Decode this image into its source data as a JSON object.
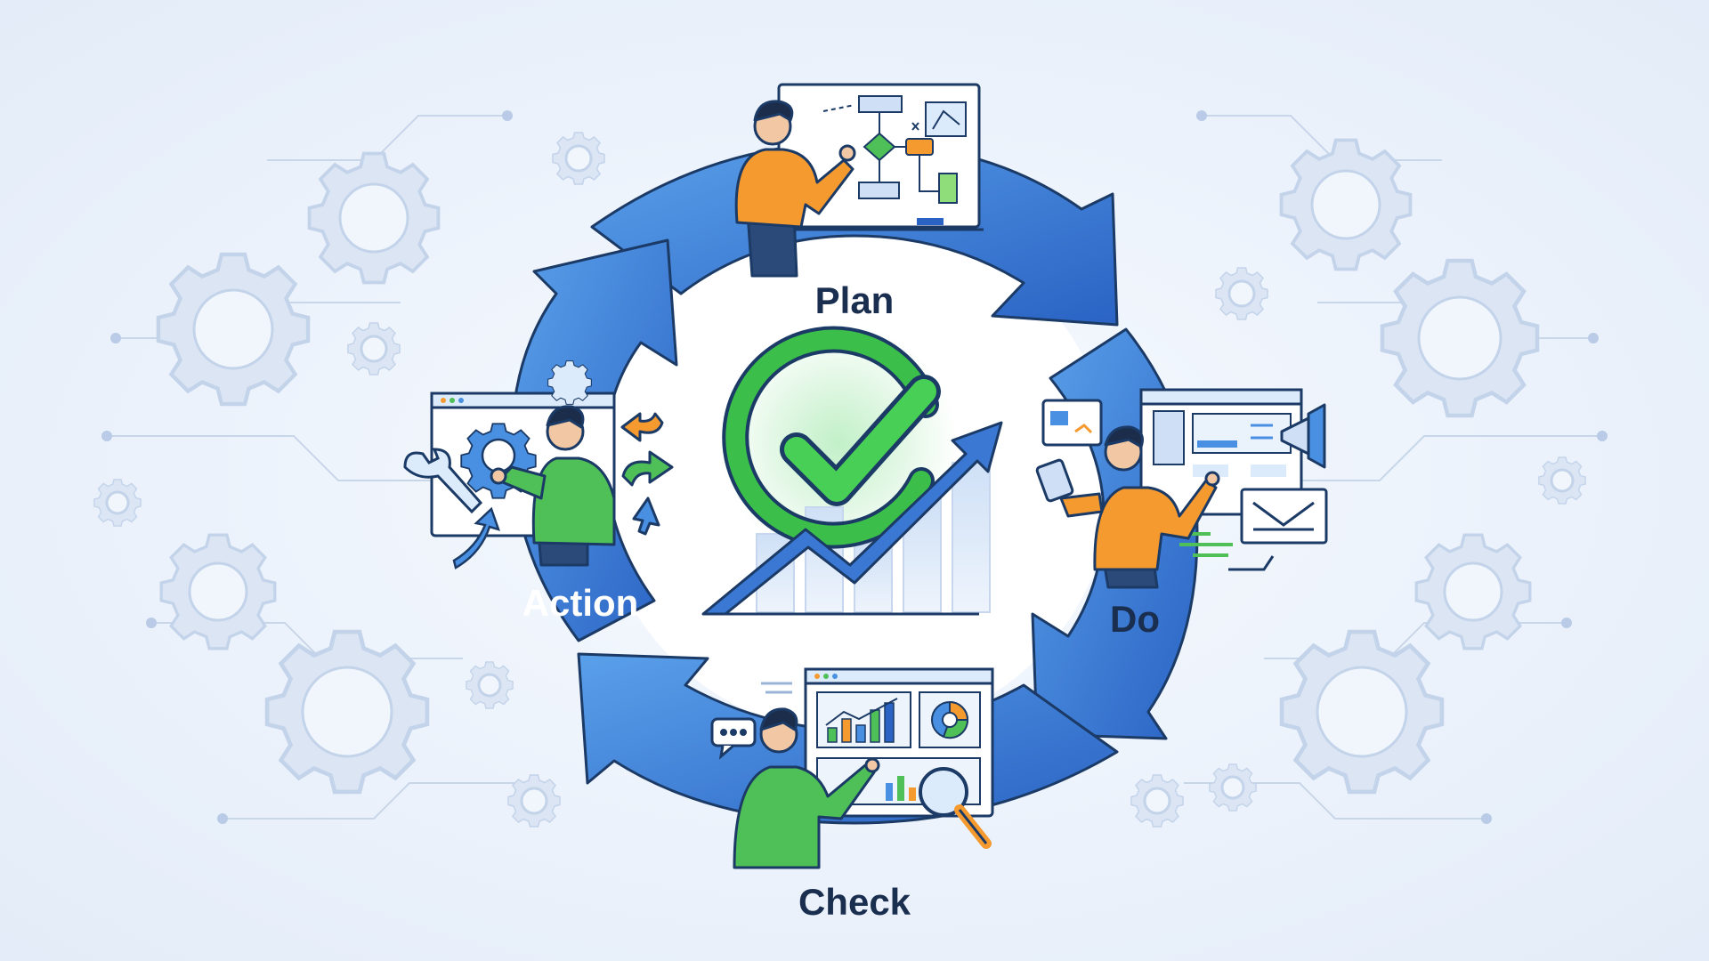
{
  "labels": {
    "plan": "Plan",
    "do": "Do",
    "check": "Check",
    "action": "Action"
  },
  "colors": {
    "background": "#eef3fa",
    "arrow_light": "#4a90e2",
    "arrow_dark": "#2a63c4",
    "outline": "#1b3a66",
    "label_dark": "#1a2e4f",
    "label_light": "#ffffff",
    "check_green": "#3bbf4a",
    "skin": "#f1c7a4",
    "shirt_orange": "#f59a2f",
    "shirt_green": "#4fbf57",
    "pants": "#2b4a7a",
    "gear": "#c9d7ec"
  },
  "icons": [
    "gear-icon",
    "checkmark-icon",
    "trend-arrow-icon",
    "megaphone-icon",
    "envelope-icon",
    "magnifier-icon",
    "wrench-icon",
    "chat-bubble-icon",
    "flowchart-icon",
    "bar-chart-icon",
    "pie-chart-icon"
  ]
}
